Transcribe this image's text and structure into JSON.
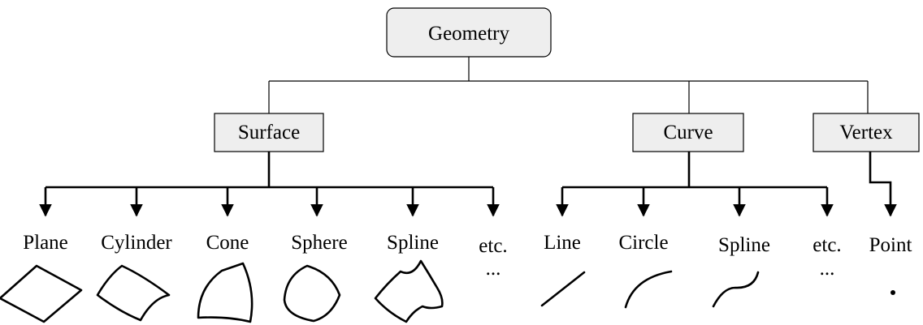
{
  "root": {
    "label": "Geometry"
  },
  "categories": [
    {
      "label": "Surface"
    },
    {
      "label": "Curve"
    },
    {
      "label": "Vertex"
    }
  ],
  "surface_types": [
    {
      "label": "Plane",
      "icon": "plane-icon"
    },
    {
      "label": "Cylinder",
      "icon": "cylinder-icon"
    },
    {
      "label": "Cone",
      "icon": "cone-icon"
    },
    {
      "label": "Sphere",
      "icon": "sphere-icon"
    },
    {
      "label": "Spline",
      "icon": "spline-surface-icon"
    },
    {
      "label": "etc.",
      "icon": "ellipsis",
      "glyph": "..."
    }
  ],
  "curve_types": [
    {
      "label": "Line",
      "icon": "line-icon"
    },
    {
      "label": "Circle",
      "icon": "circle-arc-icon"
    },
    {
      "label": "Spline",
      "icon": "spline-curve-icon"
    },
    {
      "label": "etc.",
      "icon": "ellipsis",
      "glyph": "..."
    }
  ],
  "vertex_types": [
    {
      "label": "Point",
      "icon": "point-icon"
    }
  ]
}
